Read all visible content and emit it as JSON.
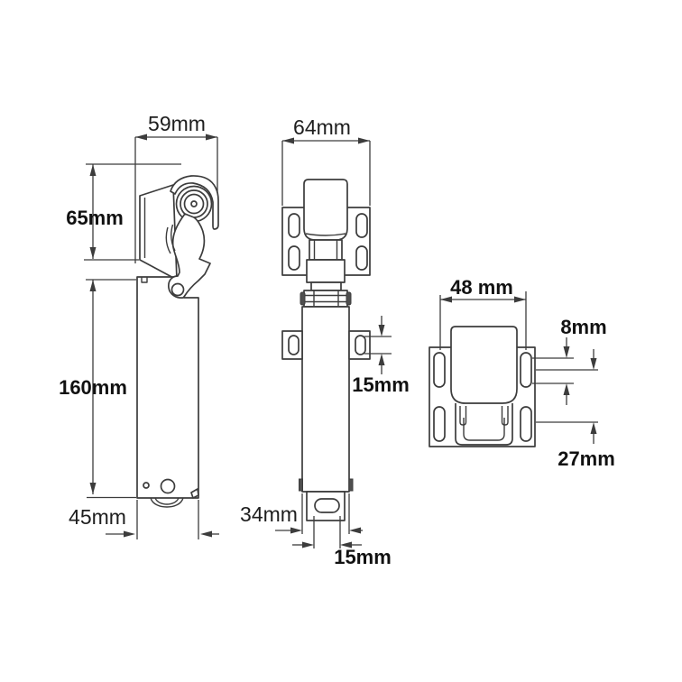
{
  "drawing": {
    "side_view": {
      "overall_depth": "59mm",
      "top_section_height": "65mm",
      "body_height": "160mm",
      "body_depth": "45mm"
    },
    "front_view": {
      "overall_width": "64mm",
      "side_tab_slot_height": "15mm",
      "body_width": "34mm",
      "bottom_slot_width": "15mm"
    },
    "bracket_view": {
      "slot_centers_width": "48 mm",
      "slot_width": "8mm",
      "bottom_offset": "27mm"
    },
    "colors": {
      "line": "#3c3c3c",
      "label_text": "#1e1e1e",
      "background": "#ffffff"
    }
  }
}
